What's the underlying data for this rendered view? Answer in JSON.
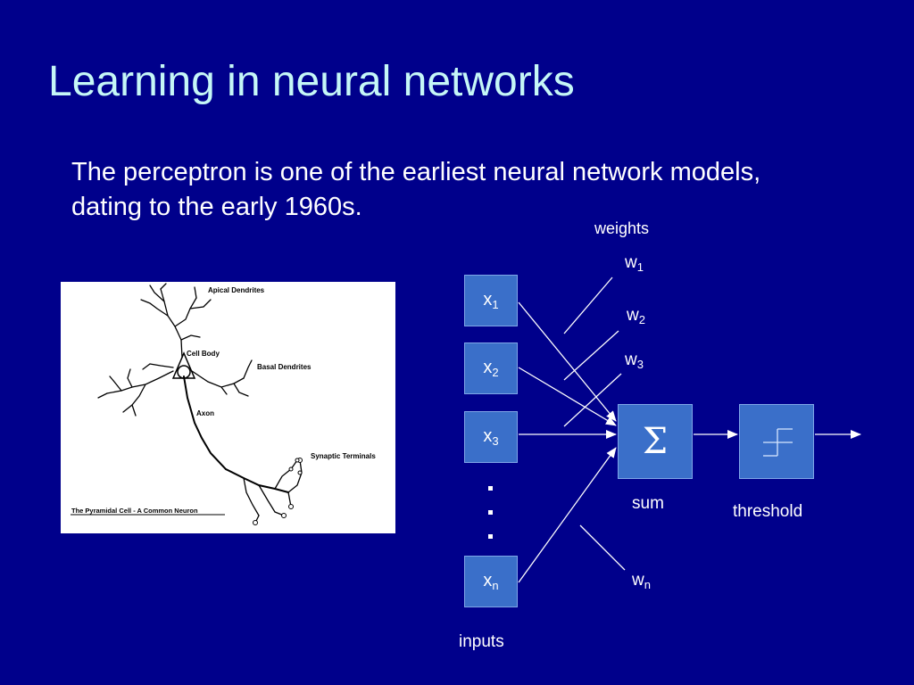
{
  "slide": {
    "title": "Learning in neural networks",
    "body": "The perceptron is one of the earliest neural network models, dating to the early 1960s."
  },
  "neuron_image": {
    "labels": {
      "apical": "Apical Dendrites",
      "cell_body": "Cell Body",
      "basal": "Basal Dendrites",
      "axon": "Axon",
      "synaptic": "Synaptic Terminals",
      "caption": "The Pyramidal Cell - A Common Neuron"
    }
  },
  "perceptron": {
    "weights_label": "weights",
    "inputs_label": "inputs",
    "sum_label": "sum",
    "threshold_label": "threshold",
    "sum_symbol": "Σ",
    "inputs": [
      {
        "base": "x",
        "sub": "1"
      },
      {
        "base": "x",
        "sub": "2"
      },
      {
        "base": "x",
        "sub": "3"
      },
      {
        "base": "x",
        "sub": "n"
      }
    ],
    "weights": [
      {
        "base": "w",
        "sub": "1"
      },
      {
        "base": "w",
        "sub": "2"
      },
      {
        "base": "w",
        "sub": "3"
      },
      {
        "base": "w",
        "sub": "n"
      }
    ]
  }
}
